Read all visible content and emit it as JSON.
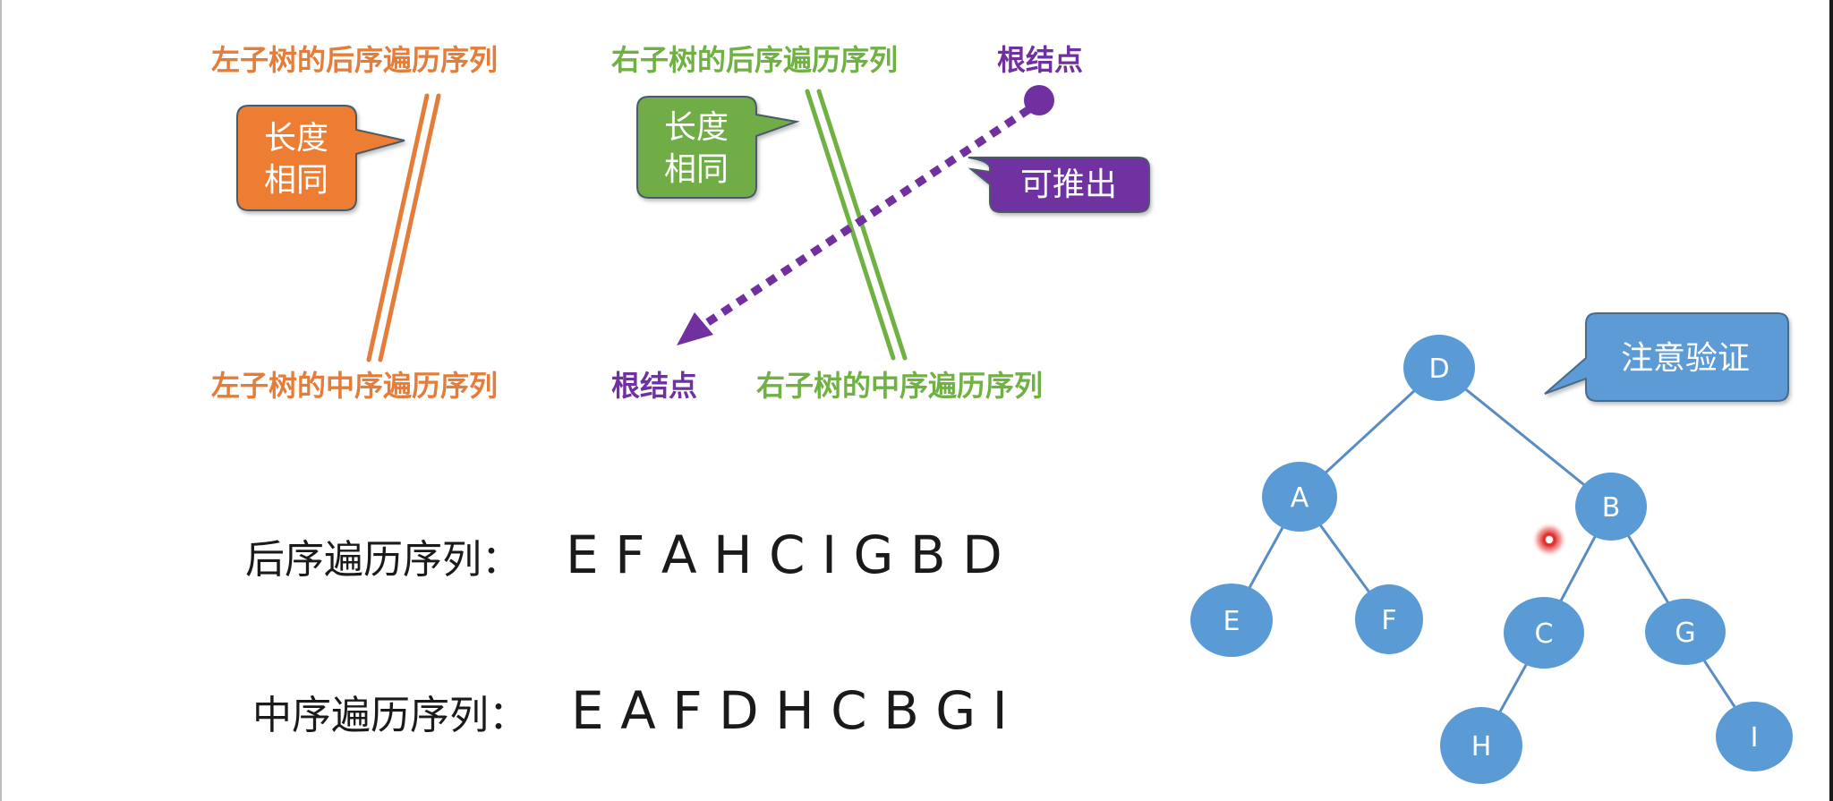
{
  "colors": {
    "orange": "#e47c3a",
    "green": "#6fb142",
    "purple": "#7030a0",
    "node_blue": "#5b9bd5",
    "edge_blue": "#5a8cc4",
    "sequence_text": "#1a1a1a",
    "recording_dot": "#e02020"
  },
  "top_labels": {
    "left_postorder": "左子树的后序遍历序列",
    "right_postorder": "右子树的后序遍历序列",
    "root_top": "根结点",
    "left_inorder": "左子树的中序遍历序列",
    "root_bottom": "根结点",
    "right_inorder": "右子树的中序遍历序列"
  },
  "callouts": {
    "orange_line1": "长度",
    "orange_line2": "相同",
    "green_line1": "长度",
    "green_line2": "相同",
    "purple": "可推出",
    "verify": "注意验证"
  },
  "sequences": {
    "postorder_label": "后序遍历序列：",
    "postorder_values": "E F A H C I G B D",
    "inorder_label": "中序遍历序列：",
    "inorder_values": "E A F D H C B G I"
  },
  "tree": {
    "nodes": [
      "D",
      "A",
      "B",
      "E",
      "F",
      "C",
      "G",
      "H",
      "I"
    ]
  }
}
